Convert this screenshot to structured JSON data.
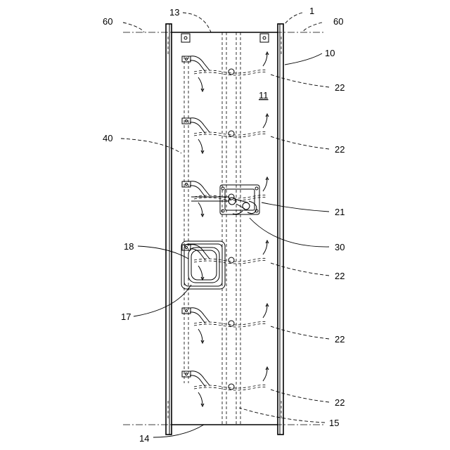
{
  "labels": {
    "l1": "1",
    "l10": "10",
    "l11": "11",
    "l13": "13",
    "l14": "14",
    "l15": "15",
    "l17": "17",
    "l18": "18",
    "l21": "21",
    "l22": "22",
    "l30": "30",
    "l40": "40",
    "l60": "60"
  }
}
